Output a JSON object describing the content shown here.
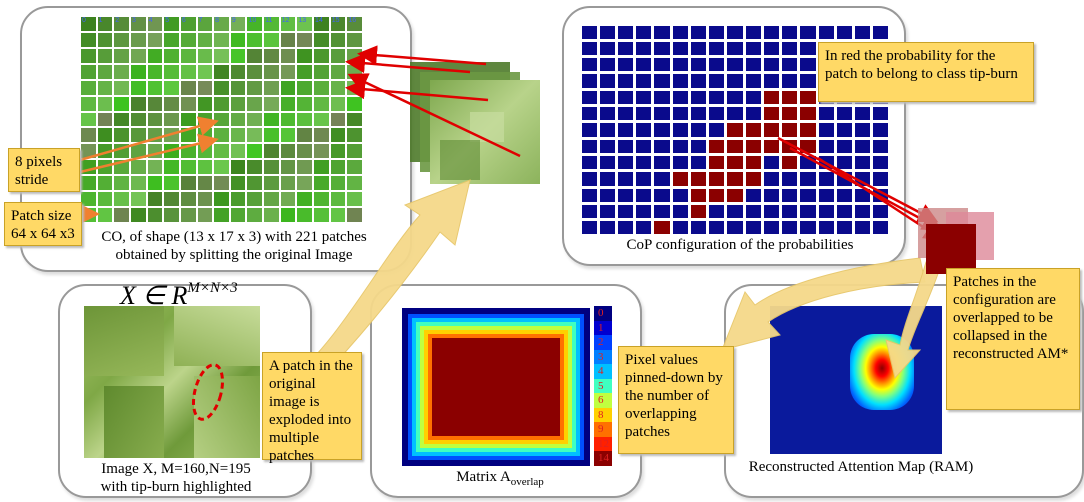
{
  "panels": {
    "co": {
      "caption_line1": "CO, of shape (13 x 17 x 3) with 221 patches",
      "caption_line2": "obtained by splitting the original Image"
    },
    "cop": {
      "caption": "CoP configuration of the probabilities"
    },
    "image": {
      "formula_main": "X ∈ ",
      "formula_R": "R",
      "formula_sup": "M×N×3",
      "caption_line1": "Image X, M=160,N=195",
      "caption_line2": "with tip-burn highlighted"
    },
    "matrix": {
      "caption_main": "Matrix A",
      "caption_sub": "overlap"
    },
    "ram": {
      "caption": "Reconstructed Attention Map (RAM)"
    }
  },
  "callouts": {
    "stride": "8 pixels stride",
    "patch_size": "Patch size 64 x 64 x3",
    "probability": "In red the probability for the patch to belong to class tip-burn",
    "exploded": "A patch in the original image is exploded into multiple patches",
    "pinned": "Pixel values pinned-down by the number of overlapping patches",
    "overlapped": "Patches in the configuration are overlapped to be collapsed in the reconstructed AM*"
  },
  "grid_numbers": [
    "0",
    "1",
    "2",
    "3",
    "4",
    "5",
    "6",
    "7",
    "8",
    "9",
    "10",
    "11",
    "12",
    "13",
    "14",
    "15",
    "16"
  ],
  "colorbar": {
    "ticks": [
      "0",
      "1",
      "2",
      "3",
      "4",
      "5",
      "6",
      "8",
      "9",
      "12",
      "14"
    ]
  },
  "colors": {
    "navy": "#0a0a8c",
    "dark_red": "#8b0000",
    "bright_red": "#e00000",
    "callout": "#ffd966",
    "arrow": "#f5d98a",
    "stride_arrow": "#f08030"
  }
}
